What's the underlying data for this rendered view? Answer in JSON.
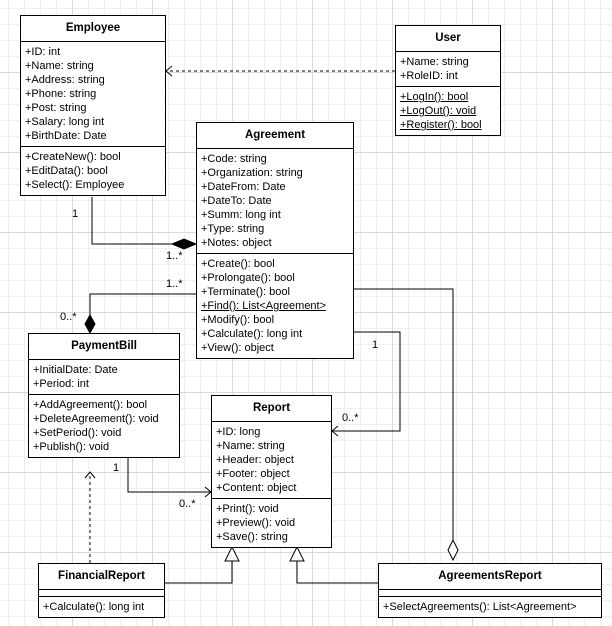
{
  "classes": {
    "employee": {
      "name": "Employee",
      "attributes": [
        "+ID: int",
        "+Name: string",
        "+Address: string",
        "+Phone: string",
        "+Post: string",
        "+Salary: long int",
        "+BirthDate: Date"
      ],
      "methods": [
        "+CreateNew(): bool",
        "+EditData(): bool",
        "+Select(): Employee"
      ]
    },
    "user": {
      "name": "User",
      "attributes": [
        "+Name: string",
        "+RoleID: int"
      ],
      "methods": [
        "+LogIn(): bool",
        "+LogOut(): void",
        "+Register(): bool"
      ]
    },
    "agreement": {
      "name": "Agreement",
      "attributes": [
        "+Code: string",
        "+Organization: string",
        "+DateFrom: Date",
        "+DateTo: Date",
        "+Summ: long int",
        "+Type: string",
        "+Notes: object"
      ],
      "methods": [
        "+Create(): bool",
        "+Prolongate(): bool",
        "+Terminate(): bool",
        "+Find(): List<Agreement>",
        "+Modify(): bool",
        "+Calculate(): long int",
        "+View(): object"
      ]
    },
    "payment_bill": {
      "name": "PaymentBill",
      "attributes": [
        "+InitialDate: Date",
        "+Period: int"
      ],
      "methods": [
        "+AddAgreement(): bool",
        "+DeleteAgreement(): void",
        "+SetPeriod(): void",
        "+Publish(): void"
      ]
    },
    "report": {
      "name": "Report",
      "attributes": [
        "+ID: long",
        "+Name: string",
        "+Header: object",
        "+Footer: object",
        "+Content: object"
      ],
      "methods": [
        "+Print(): void",
        "+Preview(): void",
        "+Save(): string"
      ]
    },
    "financial_report": {
      "name": "FinancialReport",
      "attributes": [],
      "methods": [
        "+Calculate(): long int"
      ]
    },
    "agreements_report": {
      "name": "AgreementsReport",
      "attributes": [],
      "methods": [
        "+SelectAgreements(): List<Agreement>"
      ]
    }
  },
  "multiplicities": {
    "emp_one": "1",
    "agr_many_top": "1..*",
    "agr_many_bottom": "1..*",
    "pb_many": "0..*",
    "agr_one": "1",
    "rep_many_right": "0..*",
    "pb_one": "1",
    "rep_many_left": "0..*"
  },
  "colors": {
    "line": "#000000",
    "grid_major": "#d9d9d9",
    "grid_minor": "#efefef"
  }
}
